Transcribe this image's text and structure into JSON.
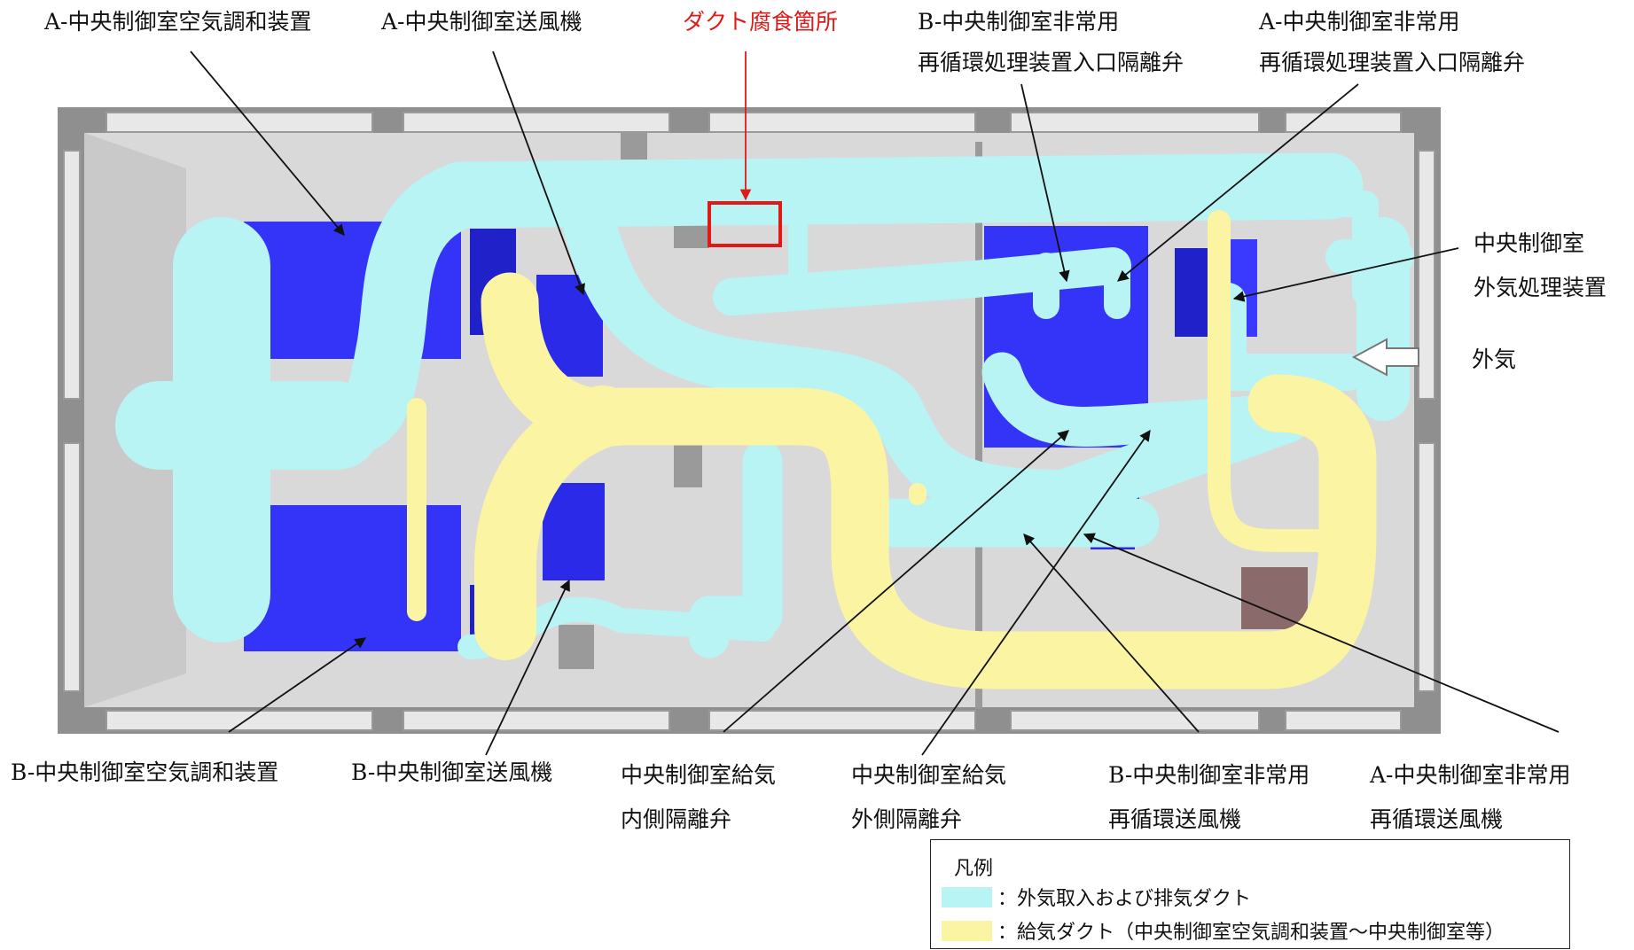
{
  "labels": {
    "a_ahu": "A-中央制御室空気調和装置",
    "a_fan": "A-中央制御室送風機",
    "duct_corrosion": "ダクト腐食箇所",
    "b_recirc_valve": [
      "B-中央制御室非常用",
      "再循環処理装置入口隔離弁"
    ],
    "a_recirc_valve": [
      "A-中央制御室非常用",
      "再循環処理装置入口隔離弁"
    ],
    "oa_unit": [
      "中央制御室",
      "外気処理装置"
    ],
    "outside_air": "外気",
    "b_ahu": "B-中央制御室空気調和装置",
    "b_fan": "B-中央制御室送風機",
    "inner_valve": [
      "中央制御室給気",
      "内側隔離弁"
    ],
    "outer_valve": [
      "中央制御室給気",
      "外側隔離弁"
    ],
    "b_recirc_fan": [
      "B-中央制御室非常用",
      "再循環送風機"
    ],
    "a_recirc_fan": [
      "A-中央制御室非常用",
      "再循環送風機"
    ]
  },
  "legend": {
    "title": "凡例",
    "items": [
      {
        "color": "#b8f4f4",
        "text": "：外気取入および排気ダクト"
      },
      {
        "color": "#fbf5a3",
        "text": "：給気ダクト（中央制御室空気調和装置～中央制御室等）"
      }
    ]
  },
  "colors": {
    "cyan_duct": "#b8f4f4",
    "yellow_duct": "#fbf5a3",
    "equipment_blue": "#3333ff",
    "wall_gray": "#8a8a8a",
    "floor_gray": "#d6d6d6",
    "highlight_red": "#e01818"
  }
}
